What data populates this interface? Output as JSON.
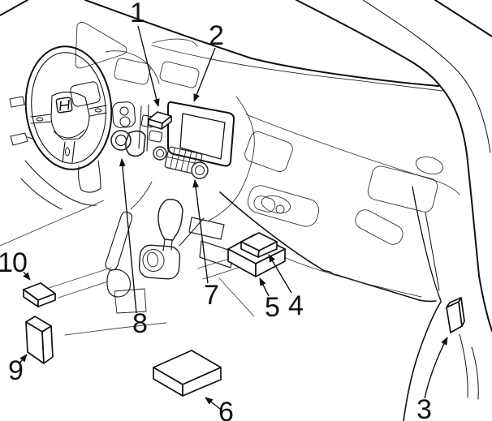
{
  "diagram": {
    "type": "car-interior-component-location-line-diagram",
    "background": "#ffffff",
    "line_color": "#111111",
    "callouts": [
      {
        "label": "1"
      },
      {
        "label": "2"
      },
      {
        "label": "3"
      },
      {
        "label": "4"
      },
      {
        "label": "5"
      },
      {
        "label": "6"
      },
      {
        "label": "7"
      },
      {
        "label": "8"
      },
      {
        "label": "9"
      },
      {
        "label": "10"
      }
    ]
  }
}
